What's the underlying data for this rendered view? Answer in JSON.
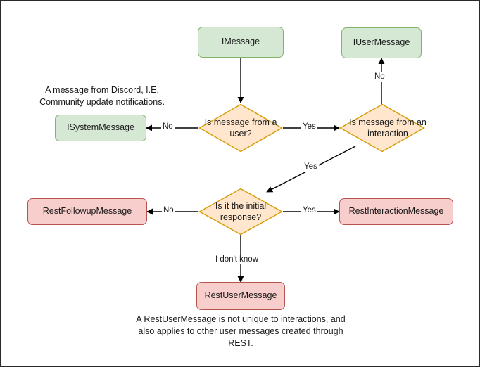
{
  "diagram": {
    "title": "Discord message type decision flowchart",
    "colors": {
      "green_fill": "#d5e8d4",
      "green_stroke": "#82b366",
      "pink_fill": "#f8cecc",
      "pink_stroke": "#b85450",
      "orange_fill": "#ffe6cc",
      "orange_stroke": "#d79b00",
      "edge_stroke": "#000000",
      "canvas_border": "#2a2a2a"
    },
    "nodes": {
      "imessage": {
        "label": "IMessage",
        "shape": "rounded-rect",
        "style": "green"
      },
      "iusermessage": {
        "label": "IUserMessage",
        "shape": "rounded-rect",
        "style": "green"
      },
      "isystemmessage": {
        "label": "ISystemMessage",
        "shape": "rounded-rect",
        "style": "green"
      },
      "q_from_user": {
        "label": "Is message from a user?",
        "shape": "diamond",
        "style": "orange"
      },
      "q_from_interaction": {
        "label": "Is message from an interaction",
        "shape": "diamond",
        "style": "orange"
      },
      "q_initial_response": {
        "label": "Is it the initial response?",
        "shape": "diamond",
        "style": "orange"
      },
      "restfollowupmessage": {
        "label": "RestFollowupMessage",
        "shape": "rounded-rect",
        "style": "pink"
      },
      "restinteractionmessage": {
        "label": "RestInteractionMessage",
        "shape": "rounded-rect",
        "style": "pink"
      },
      "restusermessage": {
        "label": "RestUserMessage",
        "shape": "rounded-rect",
        "style": "pink"
      }
    },
    "edge_labels": {
      "user_no": "No",
      "user_yes": "Yes",
      "interaction_no": "No",
      "interaction_yes": "Yes",
      "initial_no": "No",
      "initial_yes": "Yes",
      "initial_unknown": "I don't know"
    },
    "notes": {
      "system_message": "A message from Discord, I.E. Community update notifications.",
      "rest_user_message": "A RestUserMessage is not unique to interactions, and also applies to other user messages created through REST."
    }
  }
}
